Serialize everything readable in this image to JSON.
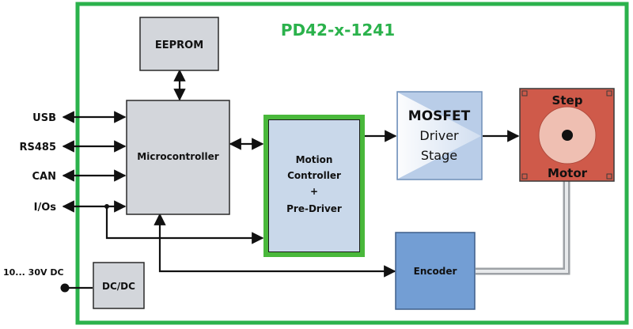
{
  "title": "PD42-x-1241",
  "colors": {
    "frame": "#2bb24c",
    "title": "#2bb24c",
    "gray_block": "#d3d6db",
    "motion_block": "#c9d8ea",
    "motion_border": "#49b83b",
    "mosfet_block": "#b9cde8",
    "encoder_block": "#739ed4",
    "motor_block": "#cf5a4a",
    "motor_disk": "#efbfb2",
    "wire": "#111111",
    "shaft": "#b9bcc0"
  },
  "blocks": {
    "eeprom": "EEPROM",
    "microcontroller": "Microcontroller",
    "motion_controller": [
      "Motion",
      "Controller",
      "+",
      "Pre-Driver"
    ],
    "mosfet": [
      "MOSFET",
      "Driver",
      "Stage"
    ],
    "step_motor": [
      "Step",
      "Motor"
    ],
    "encoder": "Encoder",
    "dcdc": "DC/DC"
  },
  "ports": [
    "USB",
    "RS485",
    "CAN",
    "I/Os"
  ],
  "power_label": "10... 30V DC"
}
